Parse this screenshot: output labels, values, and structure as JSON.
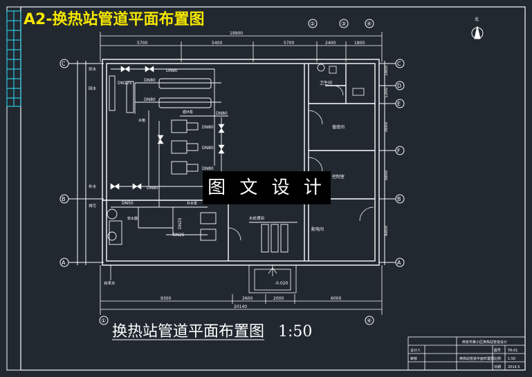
{
  "header_title": "A2-换热站管道平面布置图",
  "watermark": "图 文 设 计",
  "drawing_title": "换热站管道平面布置图",
  "scale": "1:50",
  "north": "北",
  "top_dims": {
    "total": "19900",
    "segments": [
      "5700",
      "5400",
      "5700",
      "2400",
      "1800"
    ]
  },
  "bottom_dims": {
    "total": "20140",
    "segments": [
      "9300",
      "2600",
      "2000",
      "6000"
    ]
  },
  "right_dims": [
    "1800",
    "1200",
    "3600",
    "3800",
    "4800"
  ],
  "axis_labels": {
    "top_circles": [
      "②",
      "③",
      "④"
    ],
    "left_circles": [
      "C",
      "B",
      "A"
    ],
    "right_circles": [
      "C",
      "D",
      "E",
      "F",
      "B",
      "A"
    ],
    "bottom_circles": [
      "①",
      "④"
    ]
  },
  "pipe_labels": [
    "DN80",
    "DN125",
    "DN80",
    "DN80",
    "DN80",
    "DN80",
    "DN80",
    "DN80",
    "DN80",
    "DN25",
    "DN25",
    "DN50"
  ],
  "room_labels": [
    "卫生间",
    "值班间",
    "控制室",
    "配电间",
    "水处理间"
  ],
  "elevation": "-0.020",
  "left_notes": [
    "供水",
    "回水",
    "补水",
    "排污",
    "自来水"
  ],
  "equipment_labels": [
    "水箱",
    "软水器",
    "循环泵",
    "补水泵"
  ],
  "title_block": {
    "project": "西安市某小区换热站管道设计",
    "rows": [
      "设计人",
      "审核"
    ],
    "drawing_name": "换热站管道平面布置图",
    "fields": [
      "图号",
      "比例",
      "日期"
    ],
    "values": [
      "TR-01",
      "1:50",
      "2014.5"
    ]
  },
  "colors": {
    "background": "#212830",
    "frame": "#ffffff",
    "pipe": "#ffffff",
    "accent": "#2ee6ff",
    "yellow": "#f5e600"
  }
}
